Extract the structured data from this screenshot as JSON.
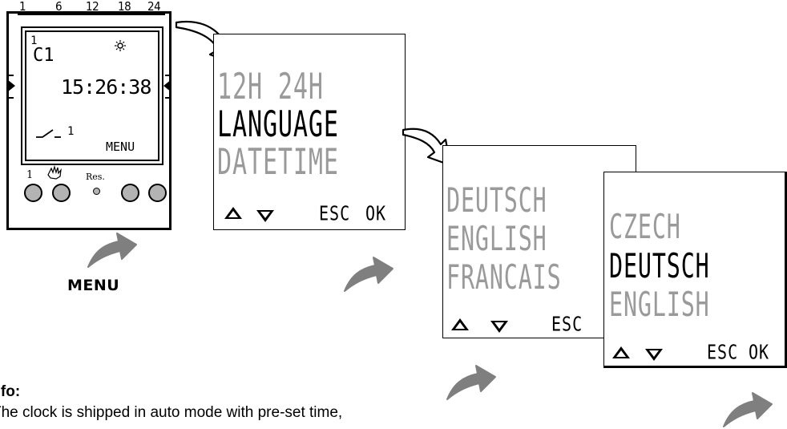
{
  "device": {
    "scale_labels": [
      "1",
      "6",
      "12",
      "18",
      "24"
    ],
    "display": {
      "program_number": "1",
      "channel": "C1",
      "time": "15:26:38",
      "switch_state": "1",
      "menu_label": "MENU",
      "sun_icon": "sun-icon"
    },
    "button_labels": {
      "channel": "1",
      "manual_icon": "hand-icon",
      "reset": "Res."
    }
  },
  "press_caption": "MENU",
  "screen_main_menu": {
    "lines": [
      "12H 24H",
      "LANGUAGE",
      "DATETIME"
    ],
    "highlighted_index": 1,
    "nav": {
      "esc": "ESC",
      "ok": "OK"
    }
  },
  "screen_language_list": {
    "lines": [
      "DEUTSCH",
      "ENGLISH",
      "FRANCAIS"
    ],
    "nav": {
      "esc": "ESC"
    }
  },
  "screen_language_select": {
    "lines": [
      "CZECH",
      "DEUTSCH",
      "ENGLISH"
    ],
    "highlighted_index": 1,
    "nav": {
      "esc": "ESC",
      "ok": "OK"
    }
  },
  "info": {
    "heading": "Info:",
    "text": "The clock is shipped in auto mode with pre-set time,"
  },
  "colors": {
    "display_text_active": "#000000",
    "display_text_inactive": "#9a9a9a",
    "button_fill": "#b3b3b3",
    "arrow_fill": "#7f7f7f"
  }
}
